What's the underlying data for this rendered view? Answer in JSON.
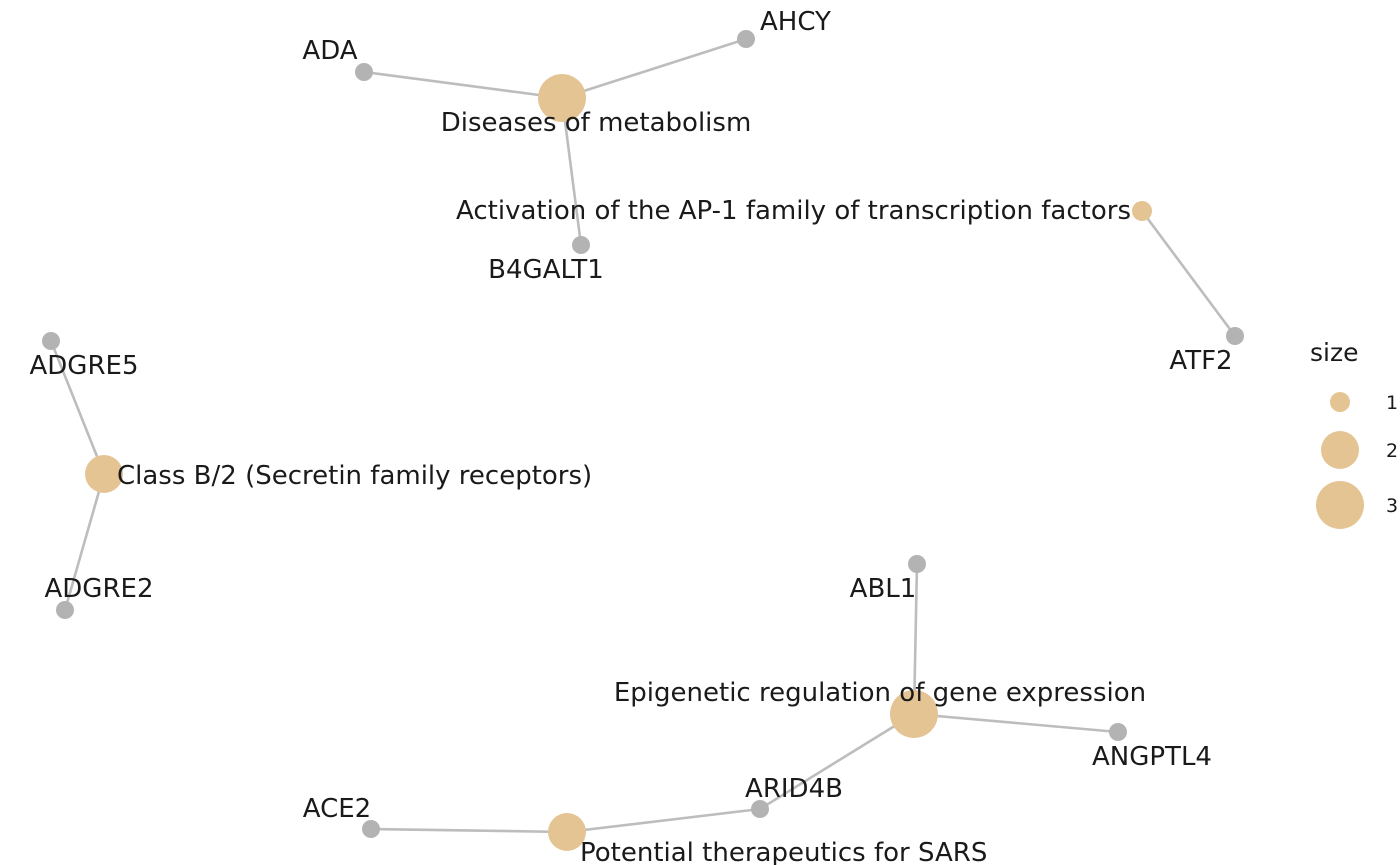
{
  "colors": {
    "pathway_node": "#E5C494",
    "gene_node": "#B3B3B3",
    "edge": "#BDBDBD"
  },
  "pathways": [
    {
      "id": "p_dm",
      "label": "Diseases of metabolism",
      "size": 3
    },
    {
      "id": "p_ap1",
      "label": "Activation of the AP-1 family of transcription factors",
      "size": 1
    },
    {
      "id": "p_classb",
      "label": "Class B/2 (Secretin family receptors)",
      "size": 2
    },
    {
      "id": "p_epi",
      "label": "Epigenetic regulation of gene expression",
      "size": 3
    },
    {
      "id": "p_sars",
      "label": "Potential therapeutics for SARS",
      "size": 2
    }
  ],
  "genes": [
    {
      "id": "g_ada",
      "label": "ADA"
    },
    {
      "id": "g_ahcy",
      "label": "AHCY"
    },
    {
      "id": "g_b4galt1",
      "label": "B4GALT1"
    },
    {
      "id": "g_atf2",
      "label": "ATF2"
    },
    {
      "id": "g_adgre5",
      "label": "ADGRE5"
    },
    {
      "id": "g_adgre2",
      "label": "ADGRE2"
    },
    {
      "id": "g_abl1",
      "label": "ABL1"
    },
    {
      "id": "g_angptl4",
      "label": "ANGPTL4"
    },
    {
      "id": "g_arid4b",
      "label": "ARID4B"
    },
    {
      "id": "g_ace2",
      "label": "ACE2"
    }
  ],
  "edges": [
    [
      "p_dm",
      "g_ada"
    ],
    [
      "p_dm",
      "g_ahcy"
    ],
    [
      "p_dm",
      "g_b4galt1"
    ],
    [
      "p_ap1",
      "g_atf2"
    ],
    [
      "p_classb",
      "g_adgre5"
    ],
    [
      "p_classb",
      "g_adgre2"
    ],
    [
      "p_epi",
      "g_abl1"
    ],
    [
      "p_epi",
      "g_angptl4"
    ],
    [
      "p_epi",
      "g_arid4b"
    ],
    [
      "p_sars",
      "g_arid4b"
    ],
    [
      "p_sars",
      "g_ace2"
    ]
  ],
  "legend": {
    "title": "size",
    "items": [
      {
        "label": "1",
        "size": 1
      },
      {
        "label": "2",
        "size": 2
      },
      {
        "label": "3",
        "size": 3
      }
    ]
  }
}
